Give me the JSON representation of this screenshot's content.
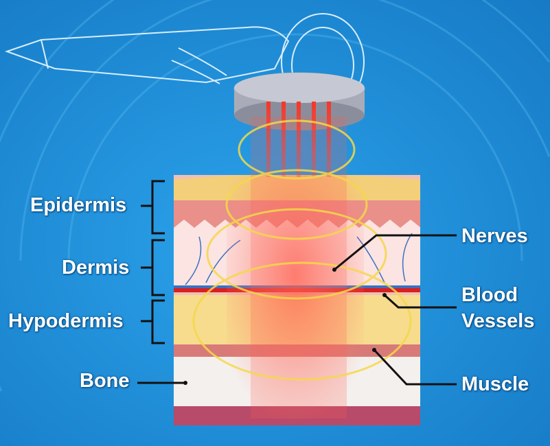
{
  "labels": {
    "epidermis": "Epidermis",
    "dermis": "Dermis",
    "hypodermis": "Hypodermis",
    "bone": "Bone",
    "nerves": "Nerves",
    "blood_vessels_line1": "Blood",
    "blood_vessels_line2": "Vessels",
    "muscle": "Muscle"
  },
  "colors": {
    "background": "#1e8fd8",
    "beam": "#ff2a1a",
    "ring": "#f5d84a",
    "epidermis": "#f3cf7a",
    "bone": "#f4f0ee"
  }
}
